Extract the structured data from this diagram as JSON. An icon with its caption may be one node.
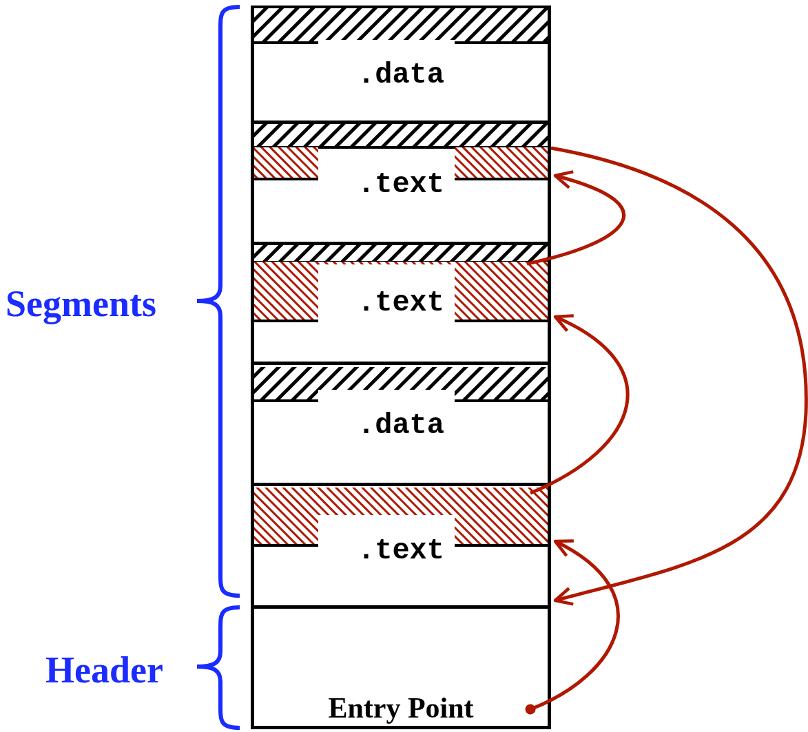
{
  "diagram": {
    "nodes": [
      {
        "text": [
          ".data"
        ]
      },
      {
        "text": [
          ".text"
        ]
      },
      {
        "text": [
          ".text"
        ]
      },
      {
        "text": [
          ".data"
        ]
      },
      {
        "text": [
          ".text"
        ]
      },
      {
        "text": [
          "Entry Point"
        ]
      }
    ],
    "edges": [
      {
        "from": 5,
        "to": 4,
        "arrow": "to"
      },
      {
        "from": 4,
        "to": 2,
        "arrow": "to"
      },
      {
        "from": 2,
        "to": 1,
        "arrow": "to"
      },
      {
        "from": 1,
        "to": 4,
        "arrow": "to"
      }
    ],
    "labels": [
      "Segments",
      "Header"
    ]
  }
}
